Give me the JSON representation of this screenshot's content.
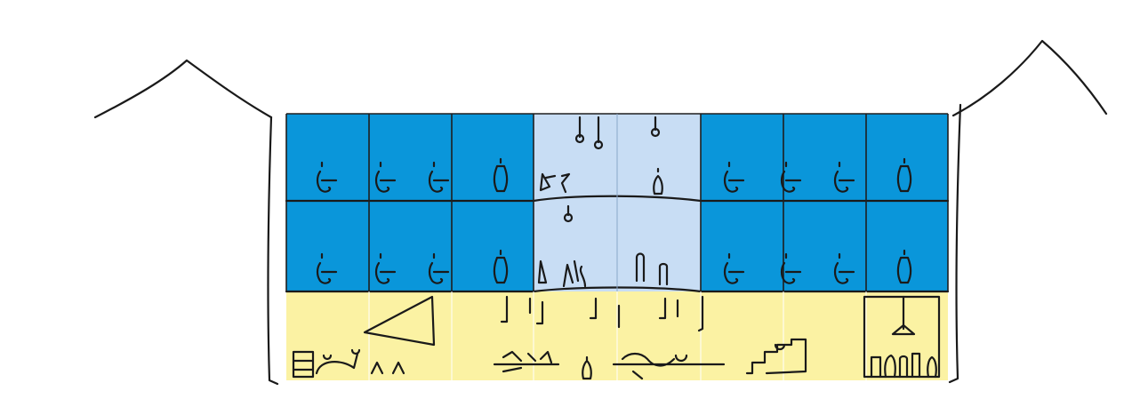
{
  "colors": {
    "office_blue": "#0a96da",
    "atrium_blue": "#c8ddf4",
    "ground_yellow": "#fbf2a3",
    "ink": "#1a1a1a",
    "background": "#ffffff"
  },
  "sections": {
    "floors": [
      {
        "name": "upper-floor",
        "bays": [
          "office",
          "office",
          "office",
          "atrium",
          "atrium",
          "office",
          "office",
          "office"
        ]
      },
      {
        "name": "middle-floor",
        "bays": [
          "office",
          "office",
          "office",
          "atrium",
          "atrium",
          "office",
          "office",
          "office"
        ]
      },
      {
        "name": "ground-floor",
        "bays": [
          "commons",
          "commons",
          "commons",
          "commons",
          "commons",
          "commons",
          "commons",
          "commons"
        ]
      }
    ]
  },
  "figures": {
    "desk_worker_count": 12,
    "standing_figure_count": 4
  }
}
